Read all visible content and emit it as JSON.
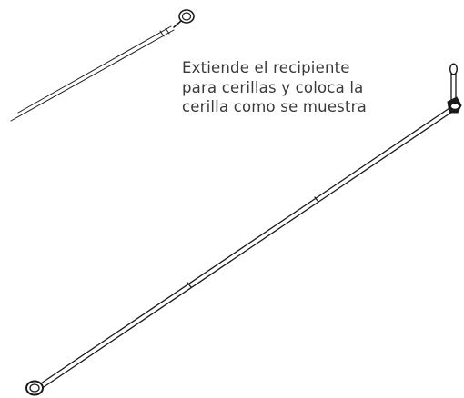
{
  "instruction": {
    "lines": [
      "Extiende el recipiente",
      "para cerillas y coloca la",
      "cerilla como se muestra"
    ]
  },
  "colors": {
    "ink": "#1a1a1a",
    "text": "#3a3a3a",
    "background": "#ffffff"
  },
  "figures": {
    "detail_view": "retracted-match-holder",
    "main_view": "extended-match-holder-with-match"
  }
}
